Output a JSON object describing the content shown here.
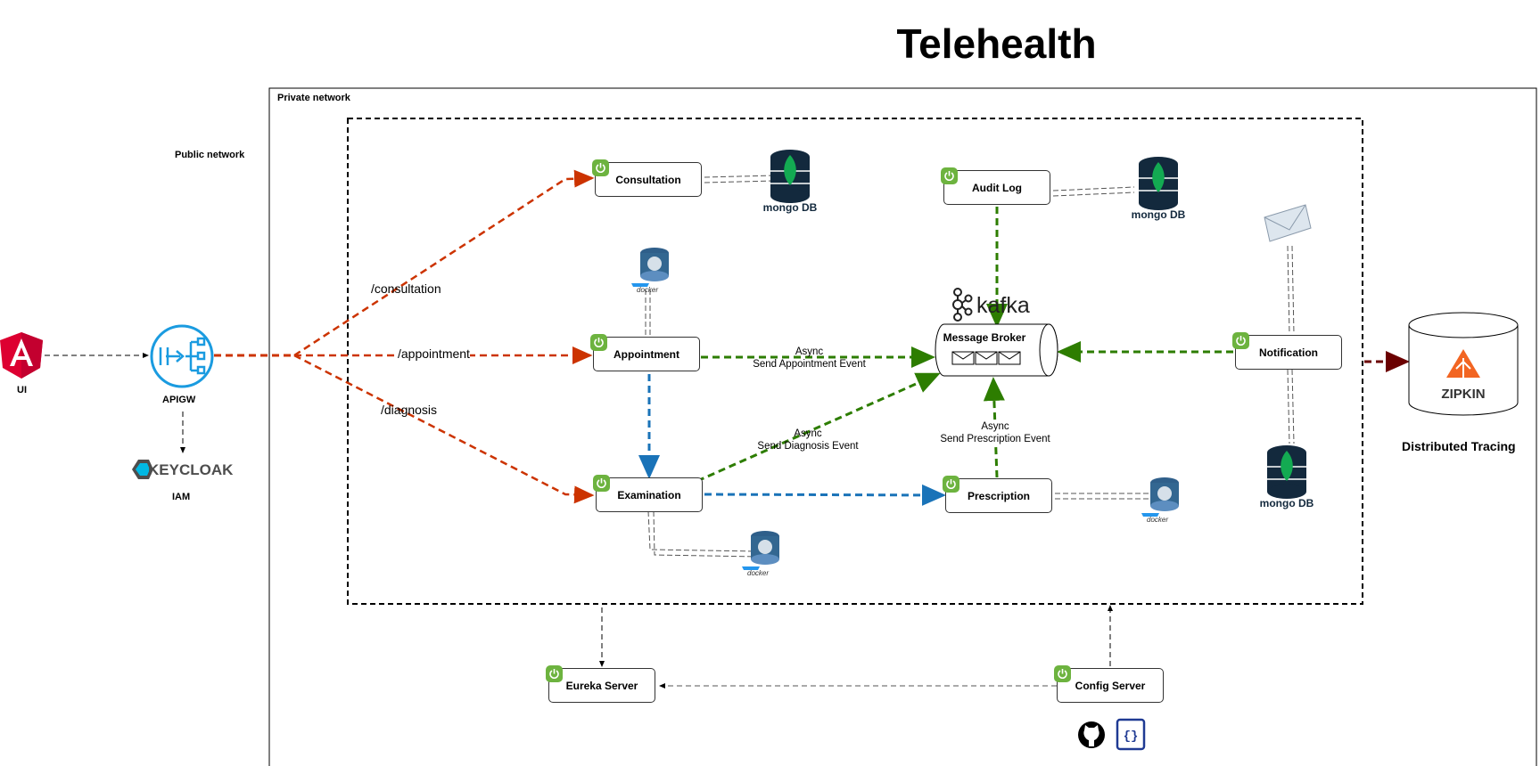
{
  "title": "Telehealth",
  "networks": {
    "private": "Private network",
    "public": "Public network"
  },
  "clients": {
    "ui": "UI",
    "apigw": "APIGW",
    "iam": "IAM",
    "keycloak": "KEYCLOAK"
  },
  "routes": {
    "consultation": "/consultation",
    "appointment": "/appointment",
    "diagnosis": "/diagnosis"
  },
  "services": {
    "consultation": "Consultation",
    "appointment": "Appointment",
    "examination": "Examination",
    "audit_log": "Audit Log",
    "message_broker": "Message Broker",
    "prescription": "Prescription",
    "notification": "Notification",
    "eureka": "Eureka Server",
    "config": "Config Server"
  },
  "events": {
    "appointment_async": "Async",
    "appointment_event": "Send Appointment Event",
    "diagnosis_async": "Async",
    "diagnosis_event": "Send Diagnosis Event",
    "prescription_async": "Async",
    "prescription_event": "Send Prescription Event"
  },
  "databases": {
    "mongo_label": "mongo DB",
    "docker_label": "docker"
  },
  "broker_brand": "kafka",
  "tracing": {
    "brand": "ZIPKIN",
    "label": "Distributed Tracing"
  },
  "colors": {
    "route_orange": "#cc3300",
    "event_green": "#2d7d00",
    "internal_blue": "#1a73b8",
    "tracing_darkred": "#6b0000",
    "angular_red": "#dd0031",
    "apigw_blue": "#1a9be0",
    "spring_green": "#6db33f",
    "mongo_navy": "#13293d",
    "mongo_leaf": "#13aa52",
    "zipkin_orange": "#f26522"
  }
}
